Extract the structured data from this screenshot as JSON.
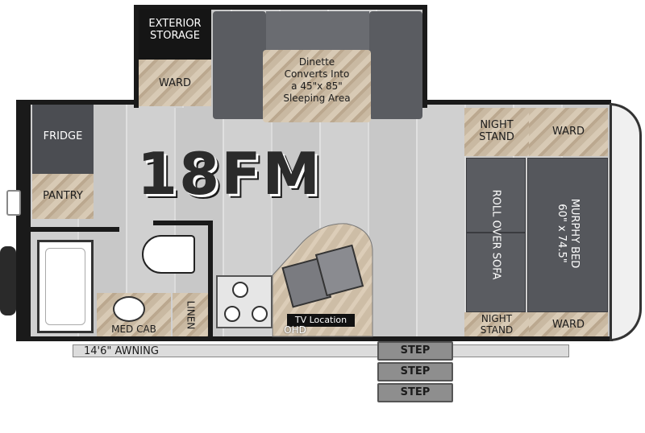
{
  "model": {
    "name": "18FM"
  },
  "rooms": {
    "exterior_storage": "EXTERIOR\nSTORAGE",
    "ward_top": "WARD",
    "dinette": "Dinette\nConverts Into\na 45\"x 85\"\nSleeping Area",
    "fridge": "FRIDGE",
    "pantry": "PANTRY",
    "night_stand_top": "NIGHT\nSTAND",
    "ward_right_top": "WARD",
    "roll_over_sofa": "ROLL OVER SOFA",
    "murphy_bed": "MURPHY BED\n60\" x 74.5\"",
    "night_stand_bottom": "NIGHT\nSTAND",
    "ward_right_bottom": "WARD",
    "med_cab": "MED CAB",
    "linen": "LINEN",
    "tv_location": "TV Location",
    "ohd": "OHD"
  },
  "awning": "14'6\" AWNING",
  "steps": [
    "STEP",
    "STEP",
    "STEP"
  ],
  "colors": {
    "wall": "#1a1a1a",
    "cushion": "#5a5c61",
    "floor": "#d4d4d4",
    "wood": "#c9b9a2"
  }
}
